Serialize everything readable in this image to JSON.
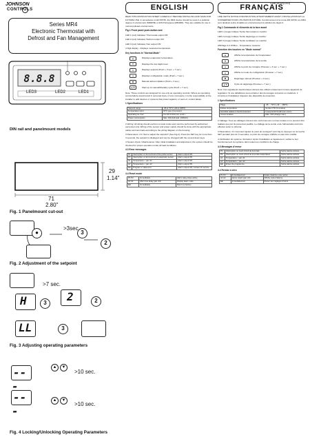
{
  "doc_code": "Code MR4P(L003)",
  "logo": {
    "line1": "JOHNSON",
    "line2": "CONTROLS"
  },
  "title": {
    "line1": "Series MR4",
    "line2": "Electronic Thermostat with",
    "line3": "Defrost and Fan Management"
  },
  "leds": {
    "led3": "LED3",
    "led2": "LED2",
    "led1": "LED1"
  },
  "fig1": {
    "caption_top": "DIN rail and panelmount models",
    "dim_height": "29",
    "dim_height_in": "1.14\"",
    "dim_width": "71",
    "dim_width_in": "2.80\"",
    "caption": "Fig. 1 Panelmount cut-out"
  },
  "fig2": {
    "hold": ">3sec.",
    "b1": "3",
    "b2": "2",
    "caption": "Fig. 2 Adjustment of the setpoint"
  },
  "fig3": {
    "hold": ">7 sec.",
    "d1": "H",
    "d2": "2",
    "d3": "LL",
    "b1": "3",
    "b2": "2",
    "b3": "3",
    "caption": "Fig. 3 Adjusting operating parameters"
  },
  "fig4": {
    "hold1": ">10 sec.",
    "hold2": ">10 sec.",
    "d1": "---",
    "d2": "---",
    "caption": "Fig. 4 Locking/Unlocking Operating Parameters"
  },
  "english": {
    "header": "ENGLISH",
    "intro": "READ THIS INSTRUCTION SHEET CAREFULLY BEFORE INSTALLING AND SAVE FOR FUTURE USE. In accordance to EN 60730, the MR4 device should be used in a pollution degree 2 environment (MR4PM) or EIN Portuguese (MR4DR). They are suitable for use in normal polluted environments.",
    "fig_display": "Fig.1 Front panel push-button and",
    "leds": [
      "LED 1 (red)   Indicates 'Thermostat output ON'",
      "LED 2 (red)   Indicates 'Defrost output ON'",
      "LED 3 (red)   Indicates 'Fan output ON'",
      "4 digit display - Displays measured temperature"
    ],
    "keys_title": "Key functions in \"Normal Mode\"",
    "keys": [
      "Displays evaporator temperature",
      "Displays the low digits level",
      "Displays setpoint (Push + 3 sec. + 7 sec.)",
      "Displays configuration mode (Push + 7 sec.)",
      "Manual defrost initiation (Push + 3 sec.)",
      "Start up of manual/Standby cycle (Push + 7 sec.)"
    ],
    "note": "Note: These controls are designed for use only as operating controls. Where an operating control failure would result in personal injury or loss of property, it is the responsibility of the installer to add devices or systems that protect against, or warn of, control failure.",
    "spec_title": "1 Specifications",
    "spec": [
      [
        "Setpoint range",
        "-45 to 70°C (-49 to 158°F)"
      ],
      [
        "Temperature input",
        "NTC type (2 sensors)"
      ],
      [
        "Operating ca. hum.",
        "0 to 90 % RH (non cond.)"
      ],
      [
        "Power consumption",
        "Max. 3VA (full load, 230VAC)"
      ]
    ],
    "sec2": "2 Wiring: All wiring should conform to local codes and must be performed by authorized personnel only. Wiring of the sensor and power supply should be done with the appropriate cables and terminals according to the wiring diagram on the housing.",
    "sec3": "3 Parameters: 3.1 How to adjust the setpoint? (See Fig.2). Press the SET key for more than 3 seconds, the setpoint is displayed and can be changed with the up and down keys.",
    "sec4": "4 System check / Maintenance: After initial installation and adjustment, the system should be checked for proper operation under all load conditions.",
    "err_title": "4.3 Error messages",
    "errors": [
      [
        "P1",
        "Interruption or short-circuit of the probe sensor",
        "Alarm output ON"
      ],
      [
        "P2",
        "Interruption or short-circuit of evaporator sensor",
        "Alarm output ON"
      ],
      [
        "A1",
        "Temperature > par. A1",
        "Alarm output ON"
      ],
      [
        "A2",
        "Temperature < par. A2",
        "Alarm output ON"
      ],
      [
        "EE",
        "Program or data error",
        "Alarm output ON; contact JC service"
      ]
    ],
    "reset_title": "4.4 Reset mode",
    "reset": [
      [
        "P1 P2",
        "Immediately",
        "Alarm relay stays active"
      ],
      [
        "A1 A2",
        "After time delay (par. A4)",
        "Display alarm code"
      ],
      [
        "EE",
        "Immediately",
        "Return to factory"
      ]
    ]
  },
  "french": {
    "header": "FRANÇAIS",
    "intro": "LIRE CETTE NOTICE D'INSTRUCTION ATTENTIVEMENT AVANT L'INSTALLATION ET LA CONSERVER POUR UTILISATION FUTURE. Conformément à la norme EN 60730, les MR4 sont destinés à être installés en environnement à pollution de degré 2.",
    "fig_display": "Fig.1 Commande et éléments de la face avant",
    "leds": [
      "LED 1 (rouge)   Indique 'Sortie thermostat en marche'",
      "LED 2 (rouge)   Indique 'Sortie dégivrage en marche'",
      "LED 3 (rouge)   Indique 'Sortie ventilateur en marche'",
      "Affichage à 4 chiffres - Température mesurée"
    ],
    "keys_title": "Fonction des touches en \"Mode normal\"",
    "keys": [
      "Affiche la température de l'évaporateur",
      "Affiche la température de la sonde",
      "Affiche le point de consigne (Pousser + 3 sec. + 7 sec.)",
      "Affiche le mode de configuration (Pousser + 7 sec.)",
      "Dégivrage manuel (Pousser + 3 sec.)",
      "Cycle de dégivrage (Pousser + 7 sec.)"
    ],
    "note": "Note: Ces régulateurs électroniques doivent être utilisés uniquement comme appareils de régulation. Si une défaillance peut entraîner des dommages corporels ou matériels, il incombe à l'installateur d'ajouter des dispositifs de protection.",
    "spec_title": "1 Spécifications",
    "spec": [
      [
        "Plage",
        "-45 ... 70°C (-49 ... 158°F)"
      ],
      [
        "Entrée température",
        "Sonde CTN (2 sondes)"
      ],
      [
        "Humidité relative à l'environnement",
        "0 jusqu'à 90 % HR (non cond.)"
      ],
      [
        "Consommation",
        "Max. 3VA (charge max.)"
      ]
    ],
    "sec2": "2 Câblage: Tous les câblages doivent être conformes aux normes locales et ne peuvent être réalisés que par du personnel qualifié. Le câblage de la sonde et de l'alimentation doit être effectué selon le schéma.",
    "sec3": "3 Paramètres: 3.1 Comment ajuster le point de consigne? (voir Fig.2). Appuyer sur la touche SET pendant plus de 3 secondes, le point de consigne s'affiche et peut être modifié.",
    "sec4": "4 Vérification du système / Entretien: Après l'installation et l'ajustement, vérifier le bon fonctionnement du système dans toutes les conditions de charge.",
    "err_title": "4.3 Messages d'erreur",
    "errors": [
      [
        "P1",
        "Interruption ou court-circuit de la sonde",
        "Sortie alarme activée"
      ],
      [
        "P2",
        "Interruption ou court-circuit de la sonde évaporateur",
        "Sortie alarme activée"
      ],
      [
        "A1",
        "Température > par. A1",
        "Sortie alarme activée"
      ],
      [
        "A2",
        "Température < par. A2",
        "Sortie alarme activée"
      ],
      [
        "EE",
        "Erreur de programme",
        "Sortie alarme activée"
      ]
    ],
    "reset_title": "4.4 Remise à zéro",
    "reset": [
      [
        "P1 P2",
        "Immédiatement",
        "Relais d'alarme reste activé"
      ],
      [
        "A1 A2",
        "Après retard (par. A4)",
        "Affiche code d'alarme"
      ],
      [
        "EE",
        "Immédiatement",
        "Retour aux réglages d'usine"
      ]
    ]
  }
}
